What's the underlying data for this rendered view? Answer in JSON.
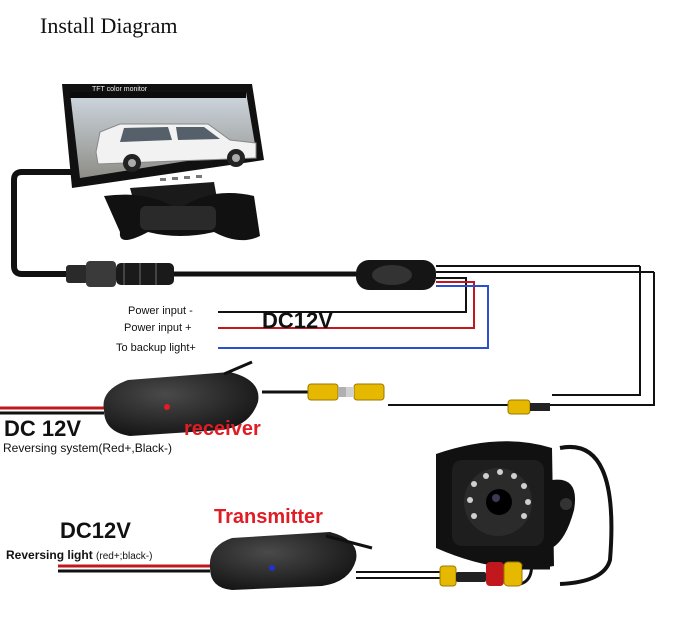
{
  "title": "Install Diagram",
  "monitor_screen_text": "TFT color monitor",
  "labels": {
    "power_minus": "Power input -",
    "power_plus": "Power input +",
    "backup_light": "To backup light+",
    "dc12v_top": "DC12V",
    "receiver_voltage": "DC 12V",
    "receiver_name": "receiver",
    "receiver_note": "Reversing system(Red+,Black-)",
    "transmitter_voltage": "DC12V",
    "transmitter_name": "Transmitter",
    "reversing_light": "Reversing light",
    "reversing_light_note": "(red+;black-)"
  },
  "colors": {
    "wire_black": "#111111",
    "wire_red": "#c0181c",
    "wire_blue": "#2a4fd0",
    "wire_yellow": "#e6b800",
    "label_red": "#e01c24"
  }
}
